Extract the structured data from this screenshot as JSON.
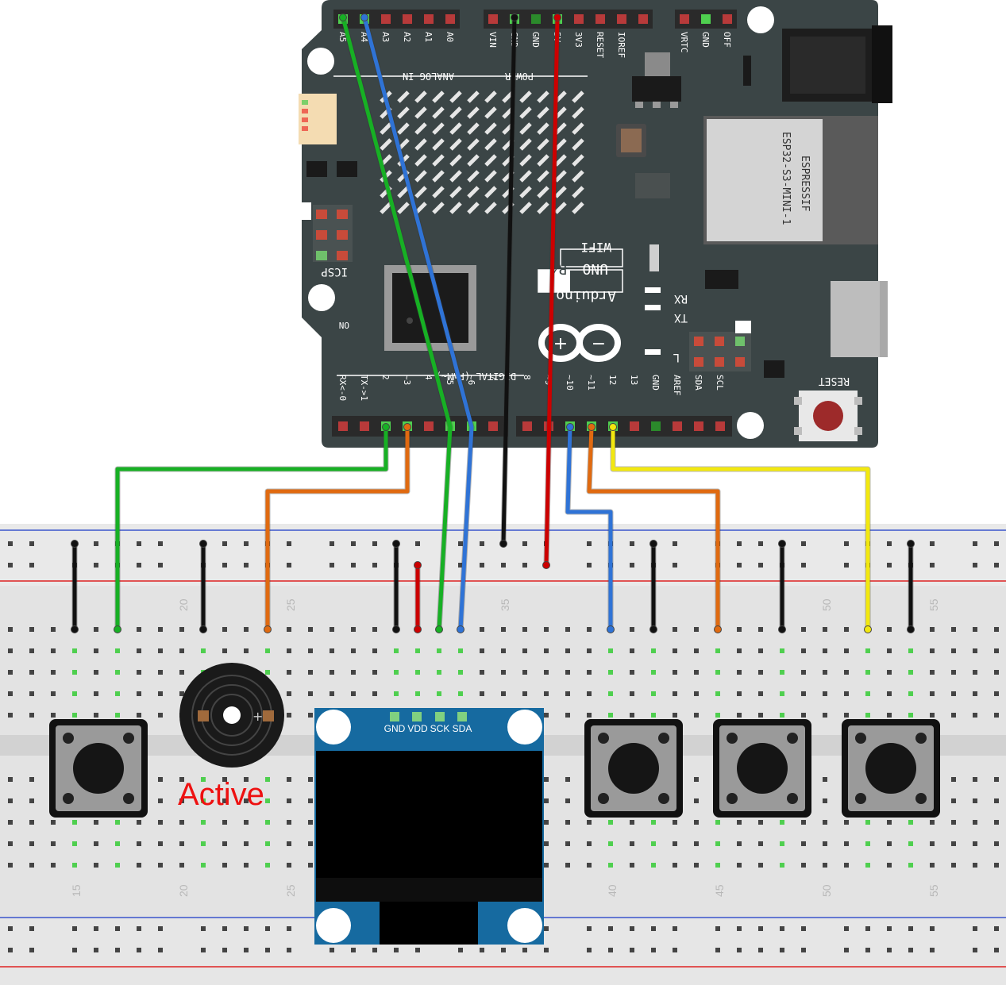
{
  "board": {
    "name_text": "UNO R4",
    "name_part1": "UNO",
    "name_part2": "R4",
    "wifi_text": "WIFI",
    "brand_text": "Arduino",
    "module_vendor": "ESPRESSIF",
    "module_model": "ESP32-S3-MINI-1",
    "analog_section": "ANALOG IN",
    "power_section": "POWER",
    "digital_section": "DIGITAL (PWM~)",
    "icsp_label": "ICSP",
    "on_label": "ON",
    "l_label": "L",
    "rx_label": "RX",
    "tx_label": "TX",
    "reset_label": "RESET",
    "analog_pins": [
      "A5",
      "A4",
      "A3",
      "A2",
      "A1",
      "A0"
    ],
    "power_pins": [
      "VIN",
      "GND",
      "GND",
      "5V",
      "3V3",
      "RESET",
      "IOREF"
    ],
    "extra_pins": [
      "VRTC",
      "GND",
      "OFF"
    ],
    "digital_pins": [
      "RX<-0",
      "TX->1",
      "2",
      "~3",
      "4",
      "~5",
      "~6",
      "7",
      "8",
      "~9",
      "~10",
      "~11",
      "12",
      "13",
      "GND",
      "AREF",
      "SDA",
      "SCL"
    ]
  },
  "breadboard": {
    "column_numbers_top": [
      "20",
      "25",
      "35",
      "50",
      "55"
    ],
    "column_numbers_bottom": [
      "15",
      "20",
      "25",
      "40",
      "45",
      "50",
      "55"
    ]
  },
  "oled": {
    "pins": [
      "GND",
      "VDD",
      "SCK",
      "SDA"
    ]
  },
  "buzzer": {
    "label": "Active"
  },
  "colors": {
    "board": "#3b4546",
    "wire_green": "#17b024",
    "wire_blue": "#2f73d6",
    "wire_black": "#111111",
    "wire_red": "#cc0000",
    "wire_orange": "#e06a10",
    "wire_yellow": "#f2e80f"
  }
}
